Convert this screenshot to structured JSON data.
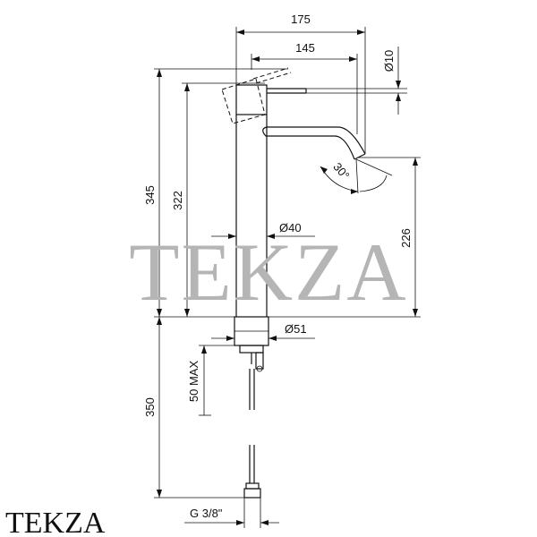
{
  "dimensions": {
    "total_reach": "175",
    "spout_reach": "145",
    "outlet_diameter": "Ø10",
    "total_height": "345",
    "lever_height": "322",
    "spout_angle": "30°",
    "body_diameter": "Ø40",
    "outlet_height": "226",
    "base_diameter": "Ø51",
    "max_deck_thickness": "50 MAX",
    "hose_length": "350",
    "connection_thread": "G 3/8\""
  },
  "watermark": "TEKZA",
  "brand_logo": "TEKZA"
}
